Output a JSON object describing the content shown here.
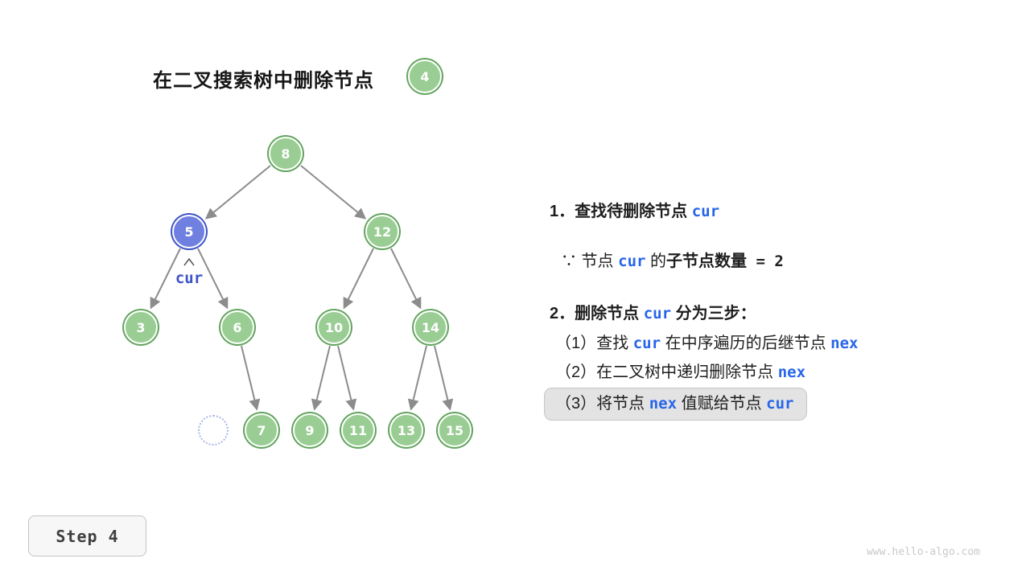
{
  "title": {
    "text": "在二叉搜索树中删除节点",
    "badge": "4"
  },
  "tree": {
    "nodes": [
      "8",
      "5",
      "12",
      "3",
      "6",
      "10",
      "14",
      "7",
      "9",
      "11",
      "13",
      "15"
    ],
    "pointer_label": "cur"
  },
  "notes": {
    "l1": {
      "p0": "1．查找待删除节点 ",
      "k0": "cur"
    },
    "l2": {
      "p0": "∵ 节点 ",
      "k0": "cur",
      "p1": " 的",
      "b0": "子节点数量",
      "m0": " = 2"
    },
    "l3": {
      "p0": "2．删除节点 ",
      "k0": "cur",
      "p1": " 分为三步："
    },
    "l4": {
      "p0": "（1）查找 ",
      "k0": "cur",
      "p1": " 在中序遍历的后继节点 ",
      "k1": "nex"
    },
    "l5": {
      "p0": "（2）在二叉树中递归删除节点 ",
      "k0": "nex"
    },
    "l6": {
      "p0": "（3）将节点 ",
      "k0": "nex",
      "p1": " 值赋给节点 ",
      "k1": "cur"
    }
  },
  "step": {
    "label": "Step 4"
  },
  "watermark": "www.hello-algo.com",
  "colors": {
    "node_green_fill": "#9ACD94",
    "node_green_ring": "#63A55E",
    "node_blue_fill": "#7080E0",
    "node_blue_ring": "#3D53C6",
    "keyword_blue": "#2765E9",
    "edge_gray": "#8C8C8C",
    "highlight_bg": "#E3E3E3"
  }
}
